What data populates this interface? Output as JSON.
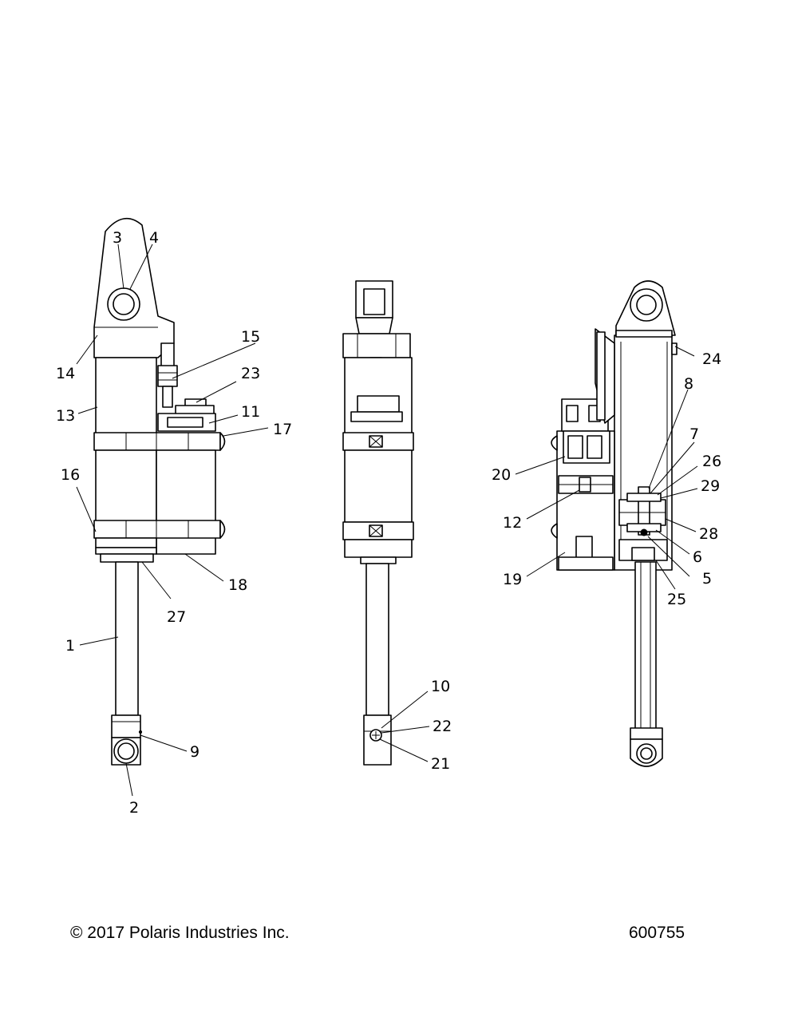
{
  "footer": {
    "copyright": "© 2017 Polaris Industries Inc.",
    "figure_number": "600755"
  },
  "callouts": {
    "c1": "1",
    "c2": "2",
    "c3": "3",
    "c4": "4",
    "c5": "5",
    "c6": "6",
    "c7": "7",
    "c8": "8",
    "c9": "9",
    "c10": "10",
    "c11": "11",
    "c12": "12",
    "c13": "13",
    "c14": "14",
    "c15": "15",
    "c16": "16",
    "c17": "17",
    "c18": "18",
    "c19": "19",
    "c20": "20",
    "c21": "21",
    "c22": "22",
    "c23": "23",
    "c24": "24",
    "c25": "25",
    "c26": "26",
    "c27": "27",
    "c28": "28",
    "c29": "29"
  }
}
